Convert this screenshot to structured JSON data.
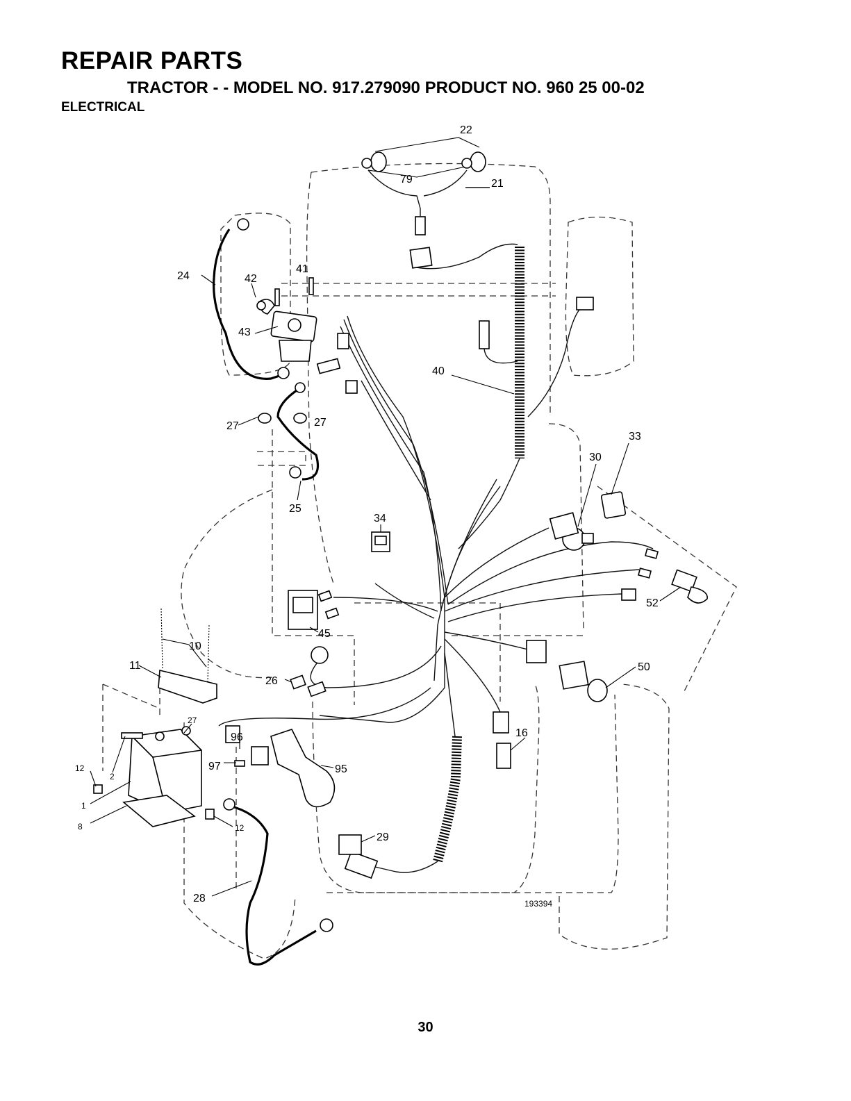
{
  "header": {
    "title": "REPAIR PARTS",
    "subtitle": "TRACTOR - - MODEL NO. 917.279090 PRODUCT NO. 960 25 00-02",
    "section": "ELECTRICAL"
  },
  "diagram": {
    "reference_number": "193394",
    "callouts": [
      {
        "number": "22"
      },
      {
        "number": "79"
      },
      {
        "number": "21"
      },
      {
        "number": "24"
      },
      {
        "number": "42"
      },
      {
        "number": "41"
      },
      {
        "number": "43"
      },
      {
        "number": "40"
      },
      {
        "number": "27"
      },
      {
        "number": "27"
      },
      {
        "number": "33"
      },
      {
        "number": "30"
      },
      {
        "number": "25"
      },
      {
        "number": "34"
      },
      {
        "number": "52"
      },
      {
        "number": "45"
      },
      {
        "number": "10"
      },
      {
        "number": "11"
      },
      {
        "number": "26"
      },
      {
        "number": "50"
      },
      {
        "number": "27"
      },
      {
        "number": "96"
      },
      {
        "number": "16"
      },
      {
        "number": "12"
      },
      {
        "number": "2"
      },
      {
        "number": "97"
      },
      {
        "number": "95"
      },
      {
        "number": "1"
      },
      {
        "number": "8"
      },
      {
        "number": "12"
      },
      {
        "number": "29"
      },
      {
        "number": "28"
      }
    ]
  },
  "footer": {
    "page_number": "30"
  }
}
